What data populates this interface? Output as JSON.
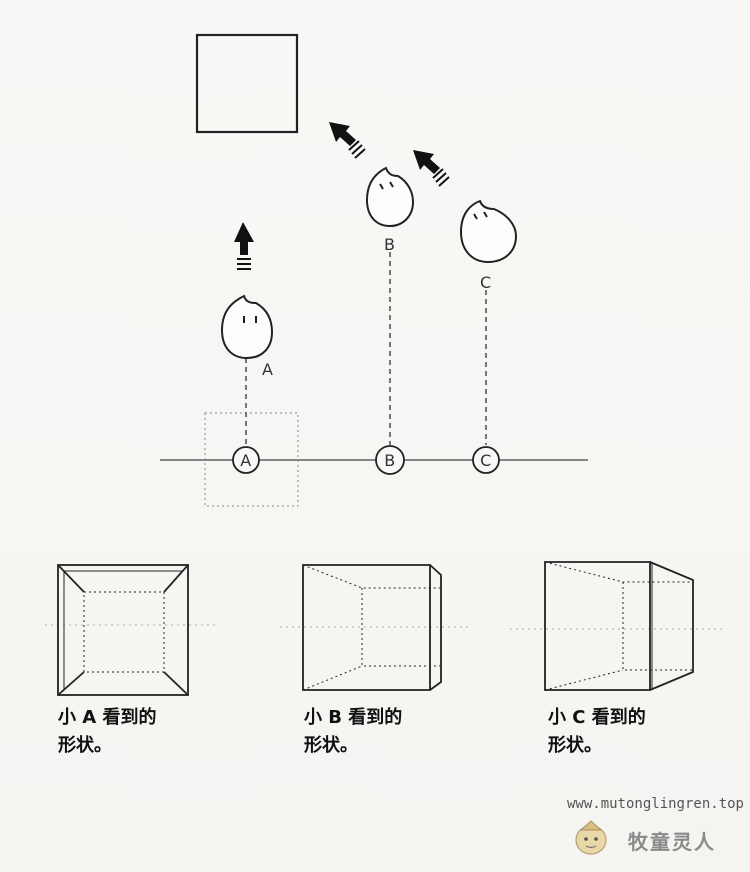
{
  "viewers": [
    {
      "top_label": "A",
      "circle_label": "A"
    },
    {
      "top_label": "B",
      "circle_label": "B"
    },
    {
      "top_label": "C",
      "circle_label": "C"
    }
  ],
  "captions": [
    {
      "text": "小 A 看到的\n形状。"
    },
    {
      "text": "小 B 看到的\n形状。"
    },
    {
      "text": "小 C 看到的\n形状。"
    }
  ],
  "watermark": {
    "url": "www.mutonglingren.top",
    "brand": "牧童灵人",
    "logo_icon": "cartoon-character-logo"
  },
  "colors": {
    "ink": "#222222",
    "dashed": "#555555",
    "background": "#f6f6f3"
  }
}
